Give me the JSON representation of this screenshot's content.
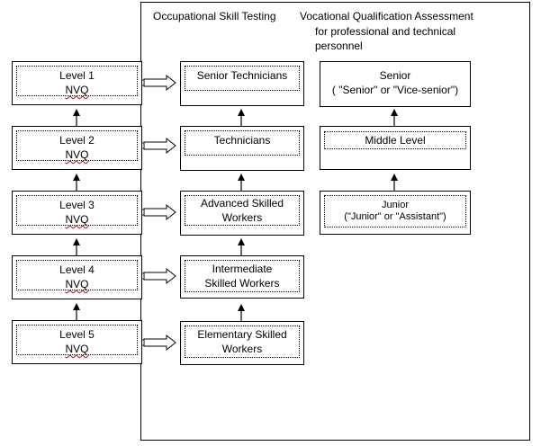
{
  "headers": {
    "occupational": "Occupational Skill Testing",
    "vocational_line1": "Vocational Qualification Assessment",
    "vocational_line2": "for professional and technical",
    "vocational_line3": "personnel"
  },
  "nvq_levels": [
    {
      "prefix": "Level 1 ",
      "suffix": "NVQ"
    },
    {
      "prefix": "Level 2 ",
      "suffix": "NVQ"
    },
    {
      "prefix": "Level 3 ",
      "suffix": "NVQ"
    },
    {
      "prefix": "Level 4 ",
      "suffix": "NVQ"
    },
    {
      "prefix": "Level 5 ",
      "suffix": "NVQ"
    }
  ],
  "skill_levels": [
    {
      "line1": "Senior Technicians",
      "line2": ""
    },
    {
      "line1": "Technicians",
      "line2": ""
    },
    {
      "line1": "Advanced Skilled",
      "line2": "Workers"
    },
    {
      "line1": "Intermediate",
      "line2": "Skilled Workers"
    },
    {
      "line1": "Elementary Skilled",
      "line2": "Workers"
    }
  ],
  "vocational_levels": [
    {
      "line1": "Senior",
      "line2": "( \"Senior\" or \"Vice-senior\")"
    },
    {
      "line1": "Middle Level",
      "line2": ""
    },
    {
      "line1": "Junior",
      "line2": "(\"Junior\" or \"Assistant\")"
    }
  ]
}
